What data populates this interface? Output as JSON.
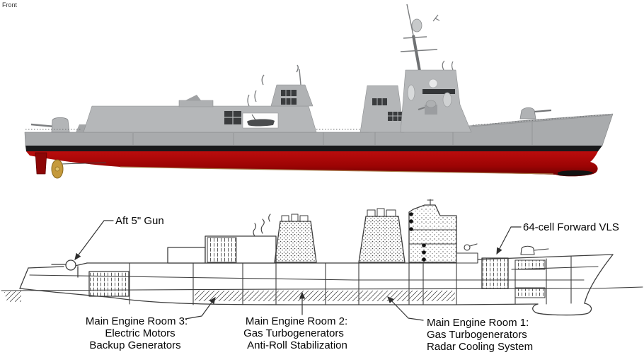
{
  "viewport": {
    "view_label": "Front"
  },
  "scene": {
    "colors": {
      "background": "#ffffff",
      "hull_gray": "#a9abad",
      "superstructure_gray": "#b5b7b9",
      "boot_stripe_black": "#19191b",
      "hull_red": "#b90c0c",
      "hull_red_dark": "#640000",
      "propeller_gold": "#c59a3c",
      "keel_line_tan": "#a87a4a",
      "diagram_line": "#3d3d3d"
    }
  },
  "diagram": {
    "callouts": {
      "aft_gun": {
        "label": "Aft 5\" Gun"
      },
      "forward_vls": {
        "label": "64-cell Forward VLS"
      },
      "engine_room_3": {
        "title": "Main Engine Room 3:",
        "line1": "Electric Motors",
        "line2": "Backup Generators"
      },
      "engine_room_2": {
        "title": "Main Engine Room 2:",
        "line1": "Gas Turbogenerators",
        "line2": "Anti-Roll Stabilization"
      },
      "engine_room_1": {
        "title": "Main Engine Room 1:",
        "line1": "Gas Turbogenerators",
        "line2": "Radar Cooling System"
      }
    }
  }
}
